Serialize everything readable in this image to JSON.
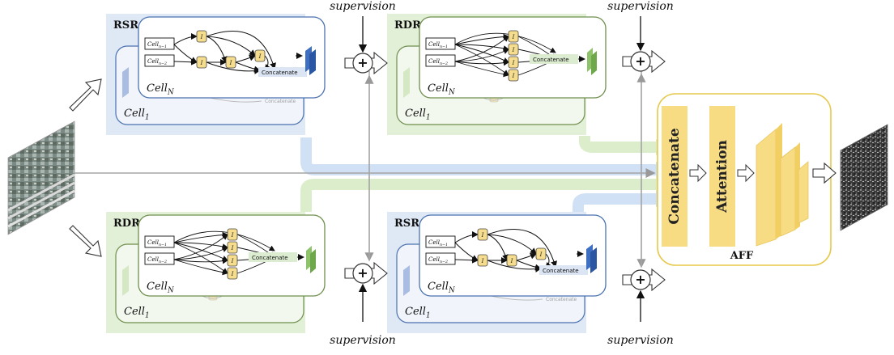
{
  "labels": {
    "rsr": "RSR",
    "rdr": "RDR",
    "aff": "AFF",
    "concatenate_big": "Concatenate",
    "attention": "Attention",
    "supervision": "supervision",
    "cell_n": "Cell",
    "cell_n_sub": "N",
    "cell_1": "Cell",
    "cell_1_sub": "1",
    "concatenate_small": "Concatenate",
    "cell_in_a": "Cell",
    "cell_in_a_sub": "n−1",
    "cell_in_b": "Cell",
    "cell_in_b_sub": "n−2",
    "node": "I",
    "plus": "+"
  },
  "colors": {
    "rsr_bg": "#dfe8f5",
    "rdr_bg": "#e3f0d8",
    "rsr_border": "#4a72b0",
    "rdr_border": "#6f8f4e",
    "aff_border": "#e6c84a",
    "aff_bar": "#f7dc84",
    "node_fill": "#f6dd8e",
    "flow_blue": "#c9dcf3",
    "flow_green": "#d8ebc6",
    "concat_blue": "#dbe5f3",
    "concat_green": "#dcecd0"
  }
}
